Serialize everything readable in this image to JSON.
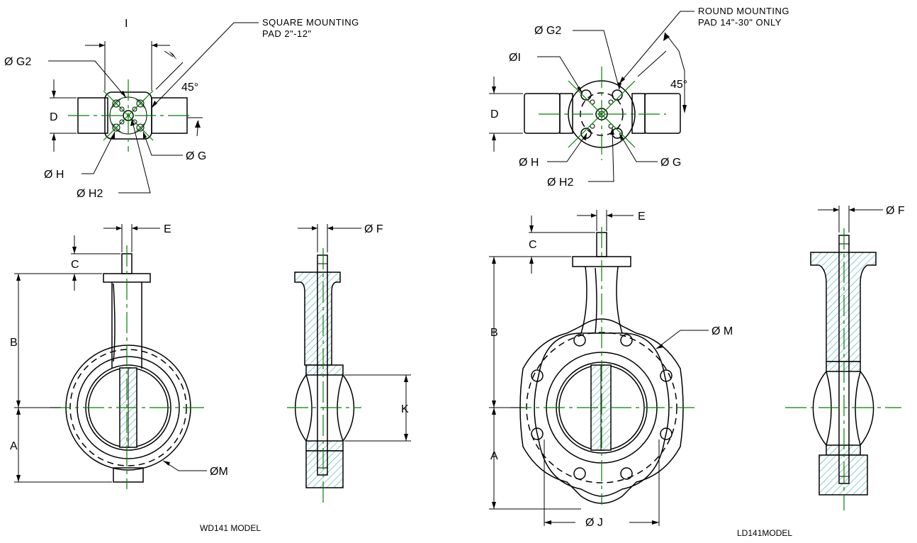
{
  "notes": {
    "square_pad_line1": "SQUARE MOUNTING",
    "square_pad_line2": "PAD 2\"-12\"",
    "round_pad_line1": "ROUND MOUNTING",
    "round_pad_line2": "PAD 14\"-30\" ONLY"
  },
  "angle_label": "45°",
  "models": {
    "wafer": "WD141 MODEL",
    "lug": "LD141MODEL"
  },
  "dims": {
    "A": "A",
    "B": "B",
    "C": "C",
    "D": "D",
    "E": "E",
    "F": "Ø F",
    "G": "Ø G",
    "G2": "Ø G2",
    "H": "Ø H",
    "H2": "Ø H2",
    "I_square": "I",
    "I_round": "ØI",
    "J": "Ø J",
    "K": "K",
    "M_wafer": "ØM",
    "M_lug": "Ø M"
  },
  "colors": {
    "outline": "#000000",
    "centerline": "#008000",
    "hatch": "#5ab4b4"
  }
}
